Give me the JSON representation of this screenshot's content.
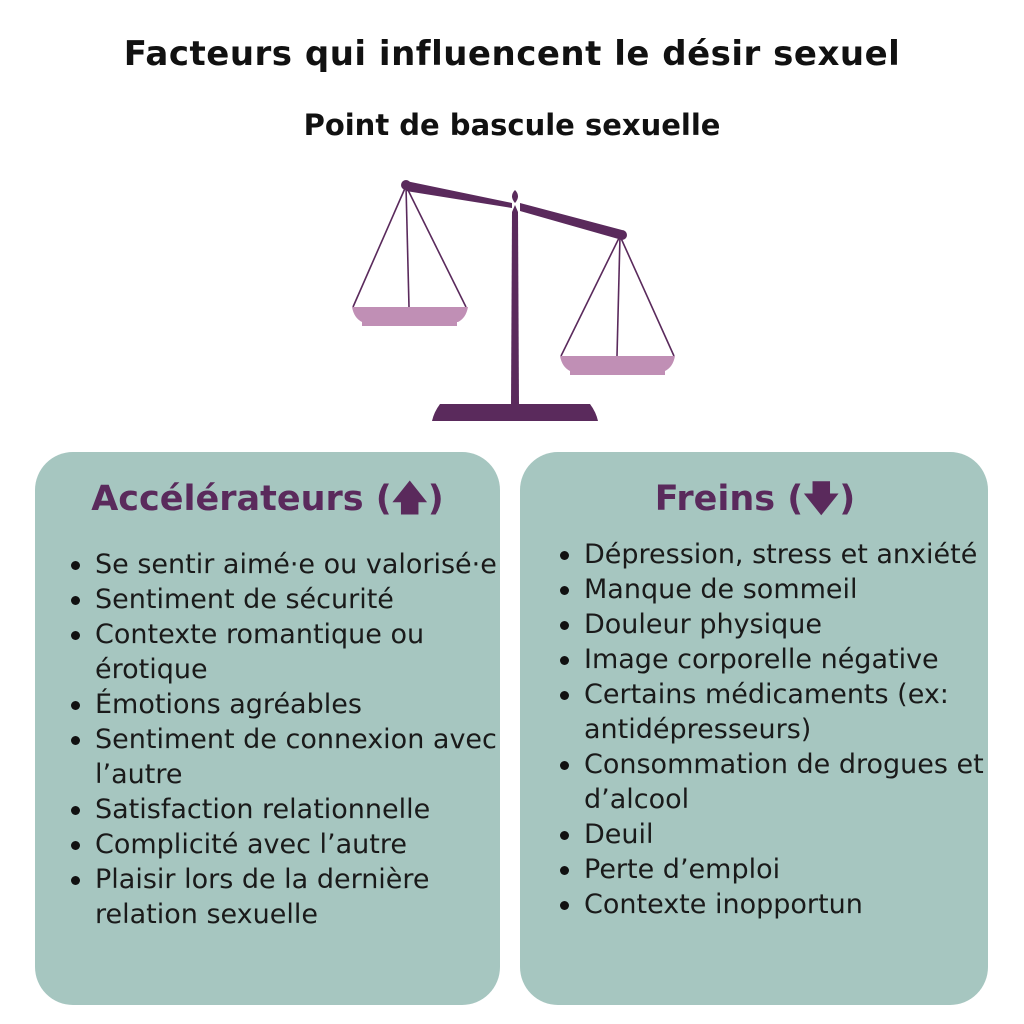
{
  "title": "Facteurs qui influencent le désir sexuel",
  "subtitle": "Point de bascule sexuelle",
  "colors": {
    "purple": "#5a2a5c",
    "pan": "#c08fb5",
    "box": "#a6c6c0"
  },
  "accelerateurs": {
    "heading": "Accélérateurs (🡅)",
    "items": [
      "Se sentir aimé·e ou valorisé·e",
      "Sentiment de sécurité",
      "Contexte romantique ou érotique",
      "Émotions agréables",
      "Sentiment de connexion avec l’autre",
      "Satisfaction relationnelle",
      "Complicité avec l’autre",
      "Plaisir lors de la dernière relation sexuelle"
    ]
  },
  "freins": {
    "heading": "Freins (🡇)",
    "items": [
      "Dépression, stress et anxiété",
      "Manque de sommeil",
      "Douleur physique",
      "Image corporelle négative",
      "Certains médicaments (ex: antidépresseurs)",
      "Consommation de drogues et d’alcool",
      "Deuil",
      "Perte d’emploi",
      "Contexte inopportun"
    ]
  }
}
